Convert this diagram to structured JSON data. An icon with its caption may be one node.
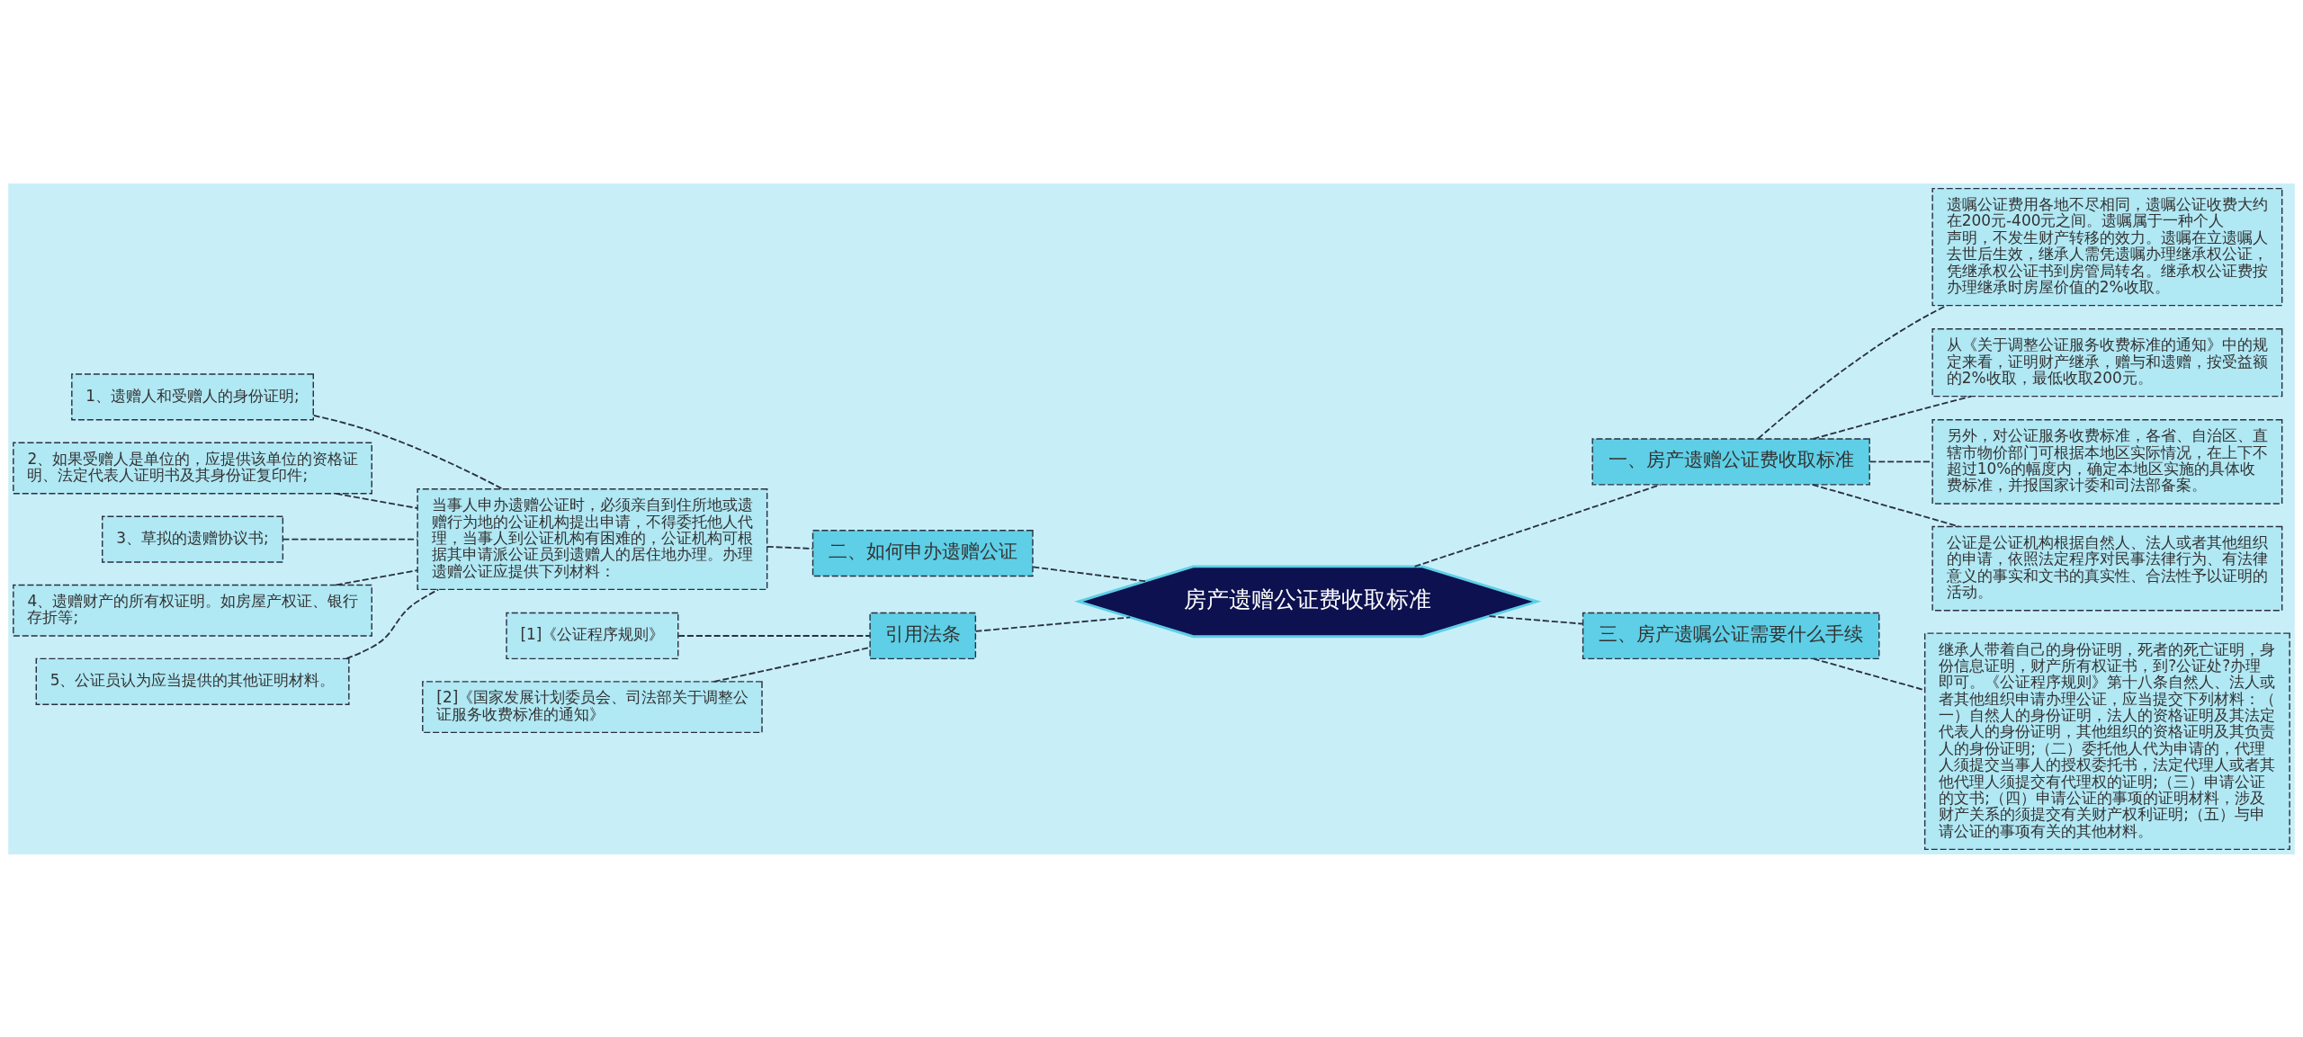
{
  "diagram": {
    "nodes": [
      {
        "text": [
          "房产遗赠公证费收取标准"
        ]
      },
      {
        "text": [
          "一、房产遗赠公证费收取标准"
        ]
      },
      {
        "text": [
          "遗嘱公证费用各地不尽相同，遗嘱公证收费大约在200元-400元之间。遗嘱属于一种个人声明，不发生财产转移的效力。遗嘱在立遗嘱人去世后生效，继承人需凭遗嘱办理继承权公证，凭继承权公证书到房管局转名。继承权公证费按办理继承时房屋价值的2%收取。"
        ]
      },
      {
        "text": [
          "从《关于调整公证服务收费标准的通知》中的规定来看，证明财产继承，赠与和遗赠，按受益额的2%收取，最低收取200元。"
        ]
      },
      {
        "text": [
          "另外，对公证服务收费标准，各省、自治区、直辖市物价部门可根据本地区实际情况，在上下不超过10%的幅度内，确定本地区实施的具体收费标准，并报国家计委和司法部备案。"
        ]
      },
      {
        "text": [
          "公证是公证机构根据自然人、法人或者其他组织的申请，依照法定程序对民事法律行为、有法律意义的事实和文书的真实性、合法性予以证明的活动。"
        ]
      },
      {
        "text": [
          "二、如何申办遗赠公证"
        ]
      },
      {
        "text": [
          "当事人申办遗赠公证时，必须亲自到住所地或遗赠行为地的公证机构提出申请，不得委托他人代理，当事人到公证机构有困难的，公证机构可根据其申请派公证员到遗赠人的居住地办理。办理遗赠公证应提供下列材料："
        ]
      },
      {
        "text": [
          "1、遗赠人和受赠人的身份证明;"
        ]
      },
      {
        "text": [
          "2、如果受赠人是单位的，应提供该单位的资格证明、法定代表人证明书及其身份证复印件;"
        ]
      },
      {
        "text": [
          "3、草拟的遗赠协议书;"
        ]
      },
      {
        "text": [
          "4、遗赠财产的所有权证明。如房屋产权证、银行存折等;"
        ]
      },
      {
        "text": [
          "5、公证员认为应当提供的其他证明材料。"
        ]
      },
      {
        "text": [
          "三、房产遗嘱公证需要什么手续"
        ]
      },
      {
        "text": [
          "继承人带着自己的身份证明，死者的死亡证明，身份信息证明，财产所有权证书，到?公证处?办理即可。《公证程序规则》第十八条自然人、法人或者其他组织申请办理公证，应当提交下列材料：（一）自然人的身份证明，法人的资格证明及其法定代表人的身份证明，其他组织的资格证明及其负责人的身份证明;（二）委托他人代为申请的，代理人须提交当事人的授权委托书，法定代理人或者其他代理人须提交有代理权的证明;（三）申请公证的文书;（四）申请公证的事项的证明材料，涉及财产关系的须提交有关财产权利证明;（五）与申请公证的事项有关的其他材料。"
        ]
      },
      {
        "text": [
          "引用法条"
        ]
      },
      {
        "text": [
          "[1]《公证程序规则》"
        ]
      },
      {
        "text": [
          "[2]《国家发展计划委员会、司法部关于调整公证服务收费标准的通知》"
        ]
      }
    ],
    "edges": [
      {
        "from": 0,
        "to": 1,
        "arrow": "none",
        "style": "dashed"
      },
      {
        "from": 1,
        "to": 2,
        "arrow": "none",
        "style": "dashed"
      },
      {
        "from": 1,
        "to": 3,
        "arrow": "none",
        "style": "dashed"
      },
      {
        "from": 1,
        "to": 4,
        "arrow": "none",
        "style": "dashed"
      },
      {
        "from": 1,
        "to": 5,
        "arrow": "none",
        "style": "dashed"
      },
      {
        "from": 0,
        "to": 6,
        "arrow": "none",
        "style": "dashed"
      },
      {
        "from": 6,
        "to": 7,
        "arrow": "none",
        "style": "dashed"
      },
      {
        "from": 7,
        "to": 8,
        "arrow": "none",
        "style": "dashed"
      },
      {
        "from": 7,
        "to": 9,
        "arrow": "none",
        "style": "dashed"
      },
      {
        "from": 7,
        "to": 10,
        "arrow": "none",
        "style": "dashed"
      },
      {
        "from": 7,
        "to": 11,
        "arrow": "none",
        "style": "dashed"
      },
      {
        "from": 7,
        "to": 12,
        "arrow": "none",
        "style": "dashed"
      },
      {
        "from": 0,
        "to": 13,
        "arrow": "none",
        "style": "dashed"
      },
      {
        "from": 13,
        "to": 14,
        "arrow": "none",
        "style": "dashed"
      },
      {
        "from": 0,
        "to": 15,
        "arrow": "none",
        "style": "dashed"
      },
      {
        "from": 15,
        "to": 16,
        "arrow": "none",
        "style": "dashed"
      },
      {
        "from": 15,
        "to": 17,
        "arrow": "none",
        "style": "dashed"
      }
    ]
  }
}
